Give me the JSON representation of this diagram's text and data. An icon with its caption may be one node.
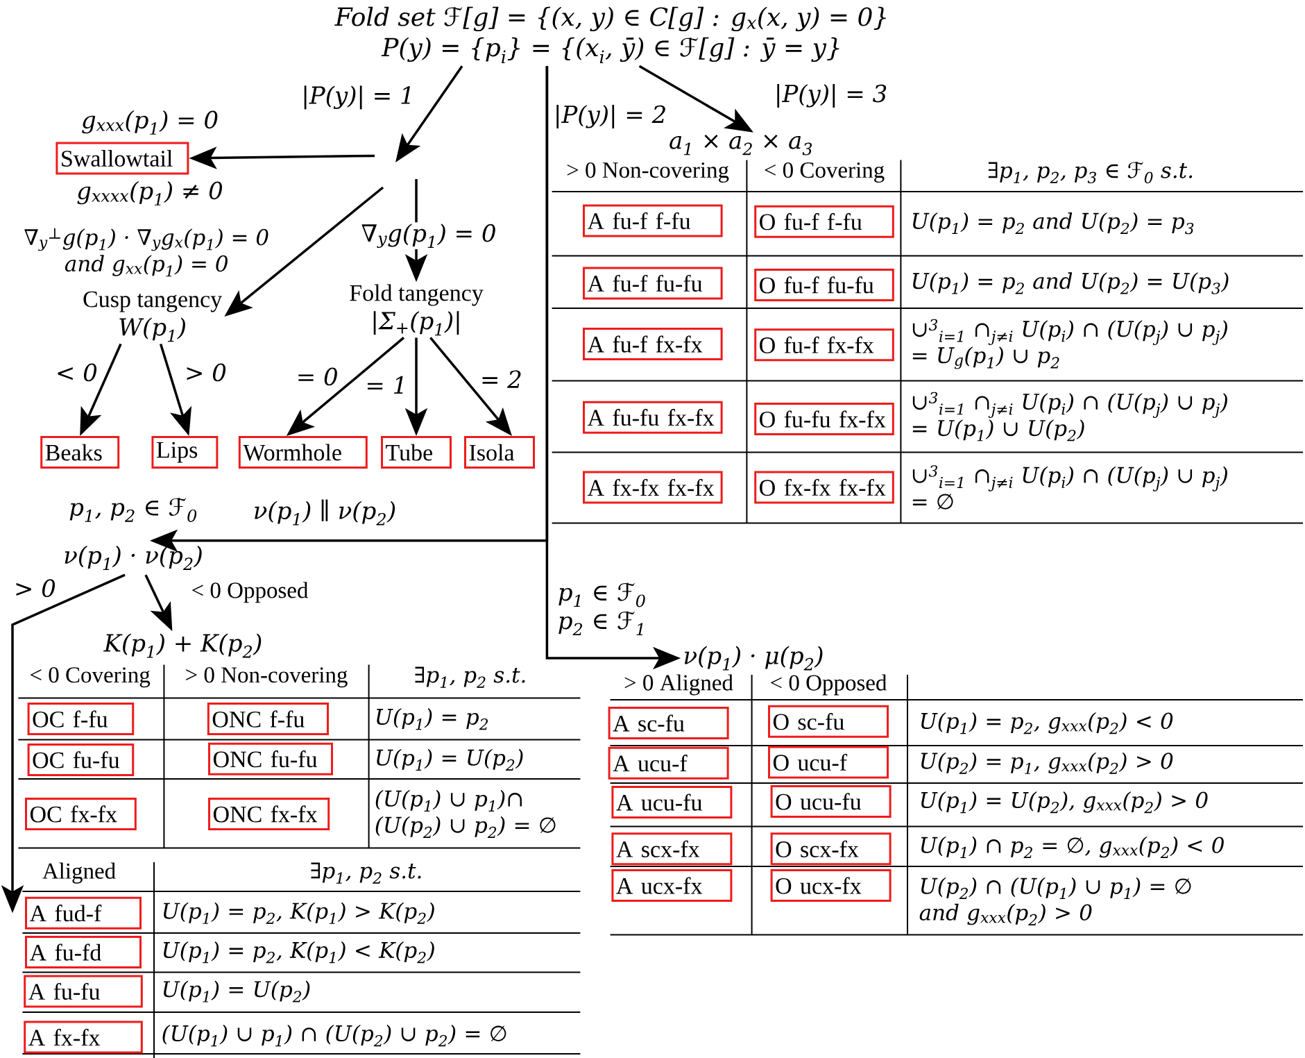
{
  "diagram": {
    "nodes": [
      {
        "text": [
          "Fold set ℱ[g] = {(x, y) ∈ C[g] : g$_{x}$(x, y) = 0}",
          "P(y) = {p$_{i}$} = {(x$_{i}$, ȳ) ∈ ℱ[g] : ȳ = y}"
        ]
      },
      {
        "text": [
          "Swallowtail"
        ],
        "beside": [
          "g$_{xxx}$(p$_{1}$) = 0",
          "g$_{xxxx}$(p$_{1}$) ≠ 0"
        ]
      },
      {
        "text": [
          "Cusp tangency",
          "W(p$_{1}$)"
        ]
      },
      {
        "text": [
          "Fold tangency",
          "|Σ$_{+}$(p$_{1}$)|"
        ]
      },
      {
        "text": [
          "Beaks"
        ]
      },
      {
        "text": [
          "Lips"
        ]
      },
      {
        "text": [
          "Wormhole"
        ]
      },
      {
        "text": [
          "Tube"
        ]
      },
      {
        "text": [
          "Isola"
        ]
      },
      {
        "text": [
          "a$_{1}$ × a$_{2}$ × a$_{3}$"
        ]
      },
      {
        "text": [
          "A fu-f f-fu"
        ]
      },
      {
        "text": [
          "O fu-f f-fu"
        ]
      },
      {
        "text": [
          "A fu-f fu-fu"
        ]
      },
      {
        "text": [
          "O fu-f fu-fu"
        ]
      },
      {
        "text": [
          "A fu-f fx-fx"
        ]
      },
      {
        "text": [
          "O fu-f fx-fx"
        ]
      },
      {
        "text": [
          "A fu-fu fx-fx"
        ]
      },
      {
        "text": [
          "O fu-fu fx-fx"
        ]
      },
      {
        "text": [
          "A fx-fx fx-fx"
        ]
      },
      {
        "text": [
          "O fx-fx fx-fx"
        ]
      },
      {
        "text": [
          "ν(p$_{1}$) · ν(p$_{2}$)"
        ],
        "beside": [
          "p$_{1}$, p$_{2}$ ∈ ℱ$_{0}$"
        ]
      },
      {
        "text": [
          "K(p$_{1}$) + K(p$_{2}$)"
        ]
      },
      {
        "text": [
          "OC f-fu"
        ]
      },
      {
        "text": [
          "ONC f-fu"
        ]
      },
      {
        "text": [
          "OC fu-fu"
        ]
      },
      {
        "text": [
          "ONC fu-fu"
        ]
      },
      {
        "text": [
          "OC fx-fx"
        ]
      },
      {
        "text": [
          "ONC fx-fx"
        ]
      },
      {
        "text": [
          "ν(p$_{1}$) · μ(p$_{2}$)"
        ]
      },
      {
        "text": [
          "A sc-fu"
        ]
      },
      {
        "text": [
          "O sc-fu"
        ]
      },
      {
        "text": [
          "A ucu-f"
        ]
      },
      {
        "text": [
          "O ucu-f"
        ]
      },
      {
        "text": [
          "A ucu-fu"
        ]
      },
      {
        "text": [
          "O ucu-fu"
        ]
      },
      {
        "text": [
          "A scx-fx"
        ]
      },
      {
        "text": [
          "O scx-fx"
        ]
      },
      {
        "text": [
          "A ucx-fx"
        ]
      },
      {
        "text": [
          "O ucx-fx"
        ]
      },
      {
        "text": [
          "A fud-f"
        ]
      },
      {
        "text": [
          "A fu-fd"
        ]
      },
      {
        "text": [
          "A fu-fu"
        ]
      },
      {
        "text": [
          "A fx-fx"
        ]
      }
    ],
    "edges": [
      {
        "from": 0,
        "to": null,
        "arrow": "to",
        "label": "|P(y)| = 1"
      },
      {
        "from": null,
        "to": 1,
        "arrow": "to"
      },
      {
        "from": null,
        "to": 2,
        "arrow": "to",
        "label": "∇$_{y}$$^{⊥}$g(p$_{1}$) · ∇$_{y}$g$_{x}$(p$_{1}$) = 0 and g$_{xx}$(p$_{1}$) = 0"
      },
      {
        "from": null,
        "to": 3,
        "arrow": "to",
        "label": "∇$_{y}$g(p$_{1}$) = 0"
      },
      {
        "from": 2,
        "to": 4,
        "arrow": "to",
        "label": "< 0"
      },
      {
        "from": 2,
        "to": 5,
        "arrow": "to",
        "label": "> 0"
      },
      {
        "from": 3,
        "to": 6,
        "arrow": "to",
        "label": "= 0"
      },
      {
        "from": 3,
        "to": 7,
        "arrow": "to",
        "label": "= 1"
      },
      {
        "from": 3,
        "to": 8,
        "arrow": "to",
        "label": "= 2"
      },
      {
        "from": 0,
        "to": 9,
        "arrow": "to",
        "label": "|P(y)| = 3"
      },
      {
        "from": 0,
        "to": 20,
        "arrow": "to",
        "label": "ν(p$_{1}$) ∥ ν(p$_{2}$)"
      },
      {
        "from": 0,
        "to": 28,
        "arrow": "to",
        "label": "p$_{1}$ ∈ ℱ$_{0}$ p$_{2}$ ∈ ℱ$_{1}$"
      },
      {
        "from": 20,
        "to": 21,
        "arrow": "to",
        "label": "< 0 Opposed"
      },
      {
        "from": 20,
        "to": 39,
        "arrow": "to",
        "label": "> 0"
      }
    ],
    "labels": [
      "|P(y)| = 2",
      "> 0 Non-covering",
      "< 0 Covering",
      "∃p$_{1}$, p$_{2}$, p$_{3}$ ∈ ℱ$_{0}$ s.t.",
      "U(p$_{1}$) = p$_{2}$ and U(p$_{2}$) = p$_{3}$",
      "U(p$_{1}$) = p$_{2}$ and U(p$_{2}$) = U(p$_{3}$)",
      "∪$^{3}$$_{i=1}$ ∩$_{j≠i}$ U(p$_{i}$) ∩ (U(p$_{j}$) ∪ p$_{j}$) = U$_{g}$(p$_{1}$) ∪ p$_{2}$",
      "∪$^{3}$$_{i=1}$ ∩$_{j≠i}$ U(p$_{i}$) ∩ (U(p$_{j}$) ∪ p$_{j}$) = U(p$_{1}$) ∪ U(p$_{2}$)",
      "∪$^{3}$$_{i=1}$ ∩$_{j≠i}$ U(p$_{i}$) ∩ (U(p$_{j}$) ∪ p$_{j}$) = ∅",
      "< 0 Covering",
      "> 0 Non-covering",
      "∃p$_{1}$, p$_{2}$ s.t.",
      "U(p$_{1}$) = p$_{2}$",
      "U(p$_{1}$) = U(p$_{2}$)",
      "(U(p$_{1}$) ∪ p$_{1}$)∩ (U(p$_{2}$) ∪ p$_{2}$) = ∅",
      "> 0 Aligned",
      "< 0 Opposed",
      "U(p$_{1}$) = p$_{2}$, g$_{xxx}$(p$_{2}$) < 0",
      "U(p$_{2}$) = p$_{1}$, g$_{xxx}$(p$_{2}$) > 0",
      "U(p$_{1}$) = U(p$_{2}$), g$_{xxx}$(p$_{2}$) > 0",
      "U(p$_{1}$) ∩ p$_{2}$ = ∅, g$_{xxx}$(p$_{2}$) < 0",
      "U(p$_{2}$) ∩ (U(p$_{1}$) ∪ p$_{1}$) = ∅ and g$_{xxx}$(p$_{2}$) > 0",
      "Aligned",
      "∃p$_{1}$, p$_{2}$ s.t.",
      "U(p$_{1}$) = p$_{2}$, K(p$_{1}$) > K(p$_{2}$)",
      "U(p$_{1}$) = p$_{2}$, K(p$_{1}$) < K(p$_{2}$)",
      "U(p$_{1}$) = U(p$_{2}$)",
      "(U(p$_{1}$) ∪ p$_{1}$) ∩ (U(p$_{2}$) ∪ p$_{2}$) = ∅"
    ]
  }
}
